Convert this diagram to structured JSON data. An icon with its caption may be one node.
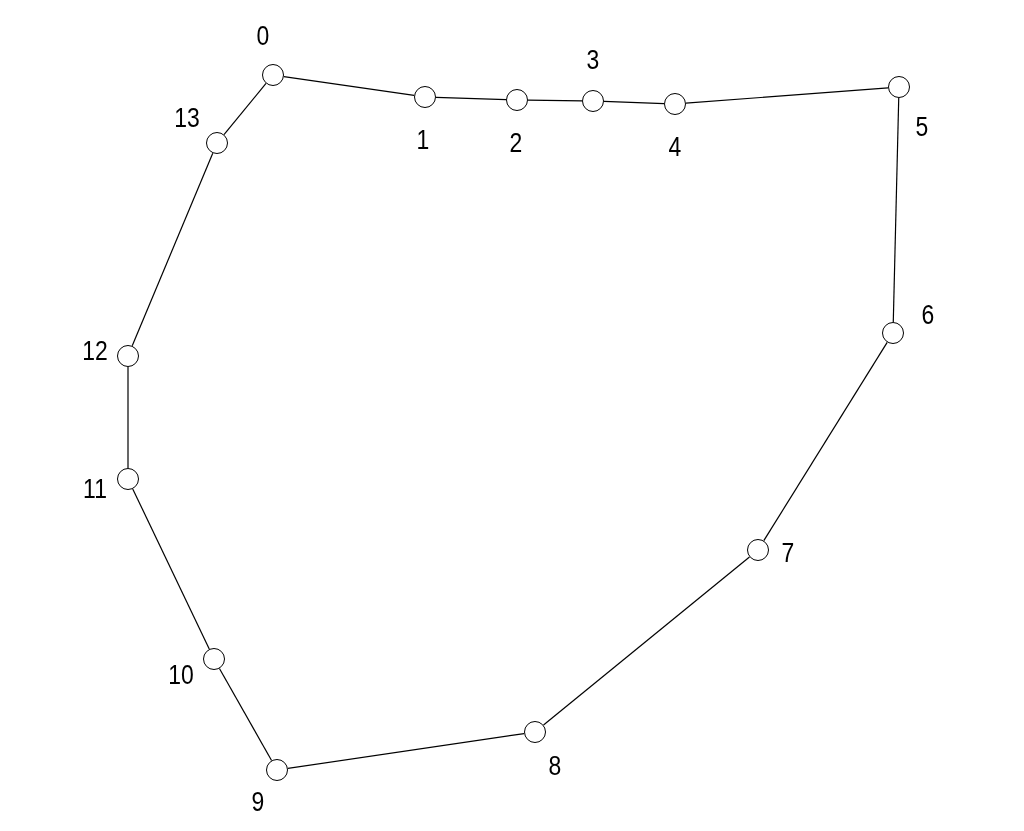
{
  "diagram": {
    "nodes": [
      {
        "text": [],
        "shape": "circle",
        "beside": [
          "0"
        ]
      },
      {
        "text": [],
        "shape": "circle",
        "beside": [
          "1"
        ]
      },
      {
        "text": [],
        "shape": "circle",
        "beside": [
          "2"
        ]
      },
      {
        "text": [],
        "shape": "circle",
        "beside": [
          "3"
        ]
      },
      {
        "text": [],
        "shape": "circle",
        "beside": [
          "4"
        ]
      },
      {
        "text": [],
        "shape": "circle",
        "beside": [
          "5"
        ]
      },
      {
        "text": [],
        "shape": "circle",
        "beside": [
          "6"
        ]
      },
      {
        "text": [],
        "shape": "circle",
        "beside": [
          "7"
        ]
      },
      {
        "text": [],
        "shape": "circle",
        "beside": [
          "8"
        ]
      },
      {
        "text": [],
        "shape": "circle",
        "beside": [
          "9"
        ]
      },
      {
        "text": [],
        "shape": "circle",
        "beside": [
          "10"
        ]
      },
      {
        "text": [],
        "shape": "circle",
        "beside": [
          "11"
        ]
      },
      {
        "text": [],
        "shape": "circle",
        "beside": [
          "12"
        ]
      },
      {
        "text": [],
        "shape": "circle",
        "beside": [
          "13"
        ]
      }
    ],
    "edges": [
      {
        "from": 0,
        "to": 1,
        "arrow": "none"
      },
      {
        "from": 1,
        "to": 2,
        "arrow": "none"
      },
      {
        "from": 2,
        "to": 3,
        "arrow": "none"
      },
      {
        "from": 3,
        "to": 4,
        "arrow": "none"
      },
      {
        "from": 4,
        "to": 5,
        "arrow": "none"
      },
      {
        "from": 5,
        "to": 6,
        "arrow": "none"
      },
      {
        "from": 6,
        "to": 7,
        "arrow": "none"
      },
      {
        "from": 7,
        "to": 8,
        "arrow": "none"
      },
      {
        "from": 8,
        "to": 9,
        "arrow": "none"
      },
      {
        "from": 9,
        "to": 10,
        "arrow": "none"
      },
      {
        "from": 10,
        "to": 11,
        "arrow": "none"
      },
      {
        "from": 11,
        "to": 12,
        "arrow": "none"
      },
      {
        "from": 12,
        "to": 13,
        "arrow": "none"
      },
      {
        "from": 13,
        "to": 0,
        "arrow": "none"
      }
    ]
  }
}
